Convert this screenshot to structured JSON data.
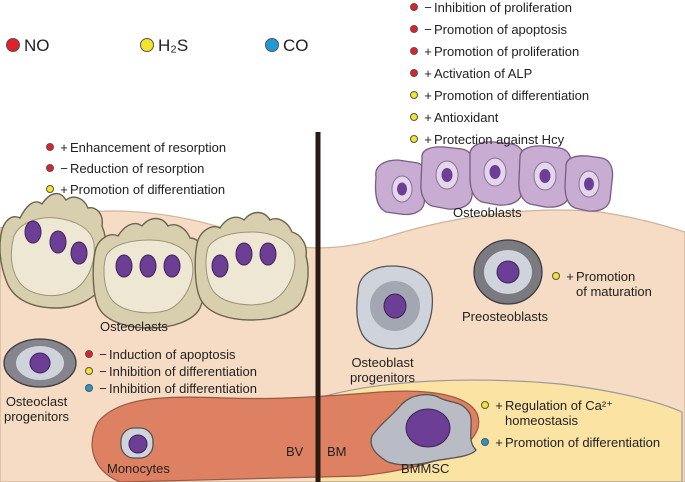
{
  "colors": {
    "NO": "#e0202a",
    "H2S": "#f5e52a",
    "CO": "#1e9ad6",
    "tissue": "#f6dcc4",
    "marrow": "#fbe3a4",
    "vessel": "#de8062",
    "osteoblast": "#c9acd2",
    "osteoclast": "#d8cfae",
    "nucleus": "#6c3e95"
  },
  "legend": [
    {
      "key": "NO",
      "label": "NO"
    },
    {
      "key": "H2S",
      "label": "H₂S"
    },
    {
      "key": "CO",
      "label": "CO"
    }
  ],
  "regions": {
    "bv": "BV",
    "bm": "BM"
  },
  "cells": {
    "osteoclasts": "Osteoclasts",
    "osteoclast_progenitors": "Osteoclast\nprogenitors",
    "monocytes": "Monocytes",
    "osteoblasts": "Osteoblasts",
    "preosteoblasts": "Preosteoblasts",
    "osteoblast_progenitors": "Osteoblast\nprogenitors",
    "bmmsc": "BMMSC"
  },
  "effect_groups": {
    "osteoblast_effects": [
      {
        "gas": "NO",
        "sign": "−",
        "text": "Inhibition of proliferation"
      },
      {
        "gas": "NO",
        "sign": "−",
        "text": "Promotion of apoptosis"
      },
      {
        "gas": "NO",
        "sign": "+",
        "text": "Promotion of proliferation"
      },
      {
        "gas": "NO",
        "sign": "+",
        "text": "Activation of ALP"
      },
      {
        "gas": "H2S",
        "sign": "+",
        "text": "Promotion of differentiation"
      },
      {
        "gas": "H2S",
        "sign": "+",
        "text": "Antioxidant"
      },
      {
        "gas": "H2S",
        "sign": "+",
        "text": "Protection against Hcy"
      }
    ],
    "osteoclast_effects": [
      {
        "gas": "NO",
        "sign": "+",
        "text": "Enhancement of resorption"
      },
      {
        "gas": "NO",
        "sign": "−",
        "text": "Reduction of resorption"
      },
      {
        "gas": "H2S",
        "sign": "+",
        "text": "Promotion of differentiation"
      }
    ],
    "progenitor_effects": [
      {
        "gas": "NO",
        "sign": "−",
        "text": "Induction of apoptosis"
      },
      {
        "gas": "H2S",
        "sign": "−",
        "text": "Inhibition of differentiation"
      },
      {
        "gas": "CO",
        "sign": "•",
        "text": "Inhibition of differentiation"
      }
    ],
    "preosteoblast_effects": [
      {
        "gas": "H2S",
        "sign": "+",
        "text": "Promotion\nof maturation"
      }
    ],
    "bmmsc_effects": [
      {
        "gas": "H2S",
        "sign": "+",
        "text": "Regulation of Ca²⁺\nhomeostasis"
      },
      {
        "gas": "CO",
        "sign": "+",
        "text": "Promotion of differentiation"
      }
    ]
  }
}
